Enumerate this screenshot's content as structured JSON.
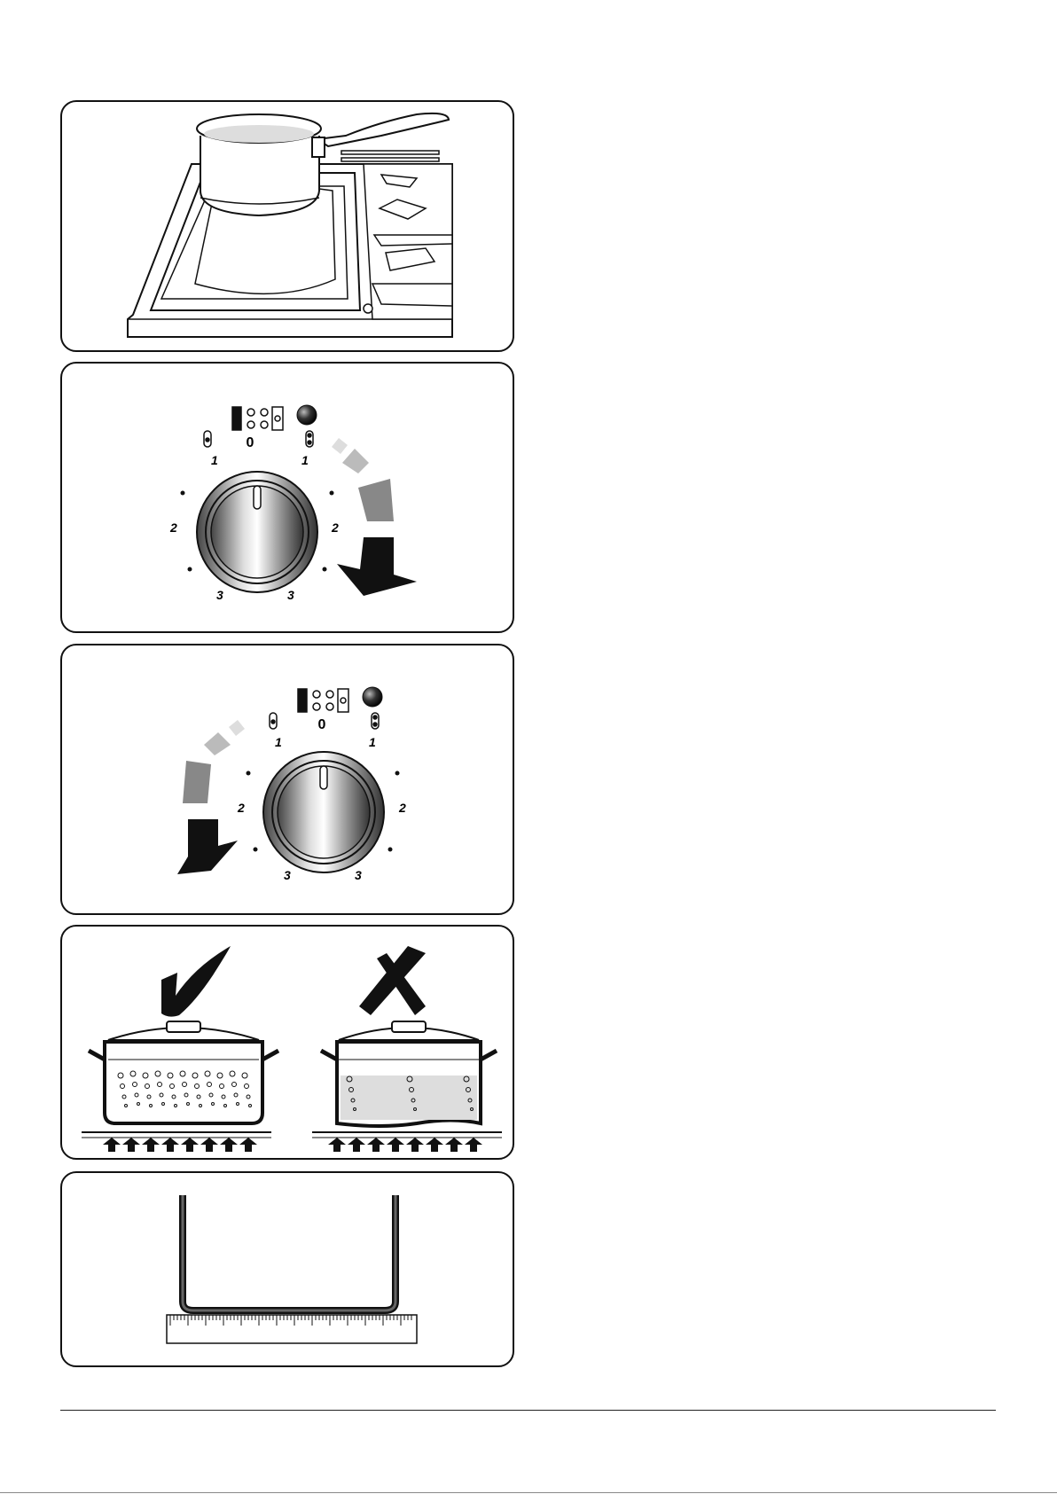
{
  "figures": [
    {
      "id": "hob-with-saucepan"
    },
    {
      "id": "control-knob-turn-right",
      "labels": {
        "zero": "0",
        "one_left": "1",
        "one_right": "1",
        "two_left": "2",
        "two_right": "2",
        "three_left": "3",
        "three_right": "3"
      }
    },
    {
      "id": "control-knob-turn-left",
      "labels": {
        "zero": "0",
        "one_left": "1",
        "one_right": "1",
        "two_left": "2",
        "two_right": "2",
        "three_left": "3",
        "three_right": "3"
      }
    },
    {
      "id": "pan-base-comparison",
      "correct_symbol": "check-mark-icon",
      "wrong_symbol": "cross-mark-icon"
    },
    {
      "id": "flat-pan-base-on-ruler"
    }
  ],
  "colors": {
    "outline": "#111111",
    "water": "#dddddd",
    "arrow_dark": "#111111",
    "arrow_mid": "#888888",
    "arrow_light": "#bbbbbb",
    "arrow_faint": "#dddddd"
  }
}
